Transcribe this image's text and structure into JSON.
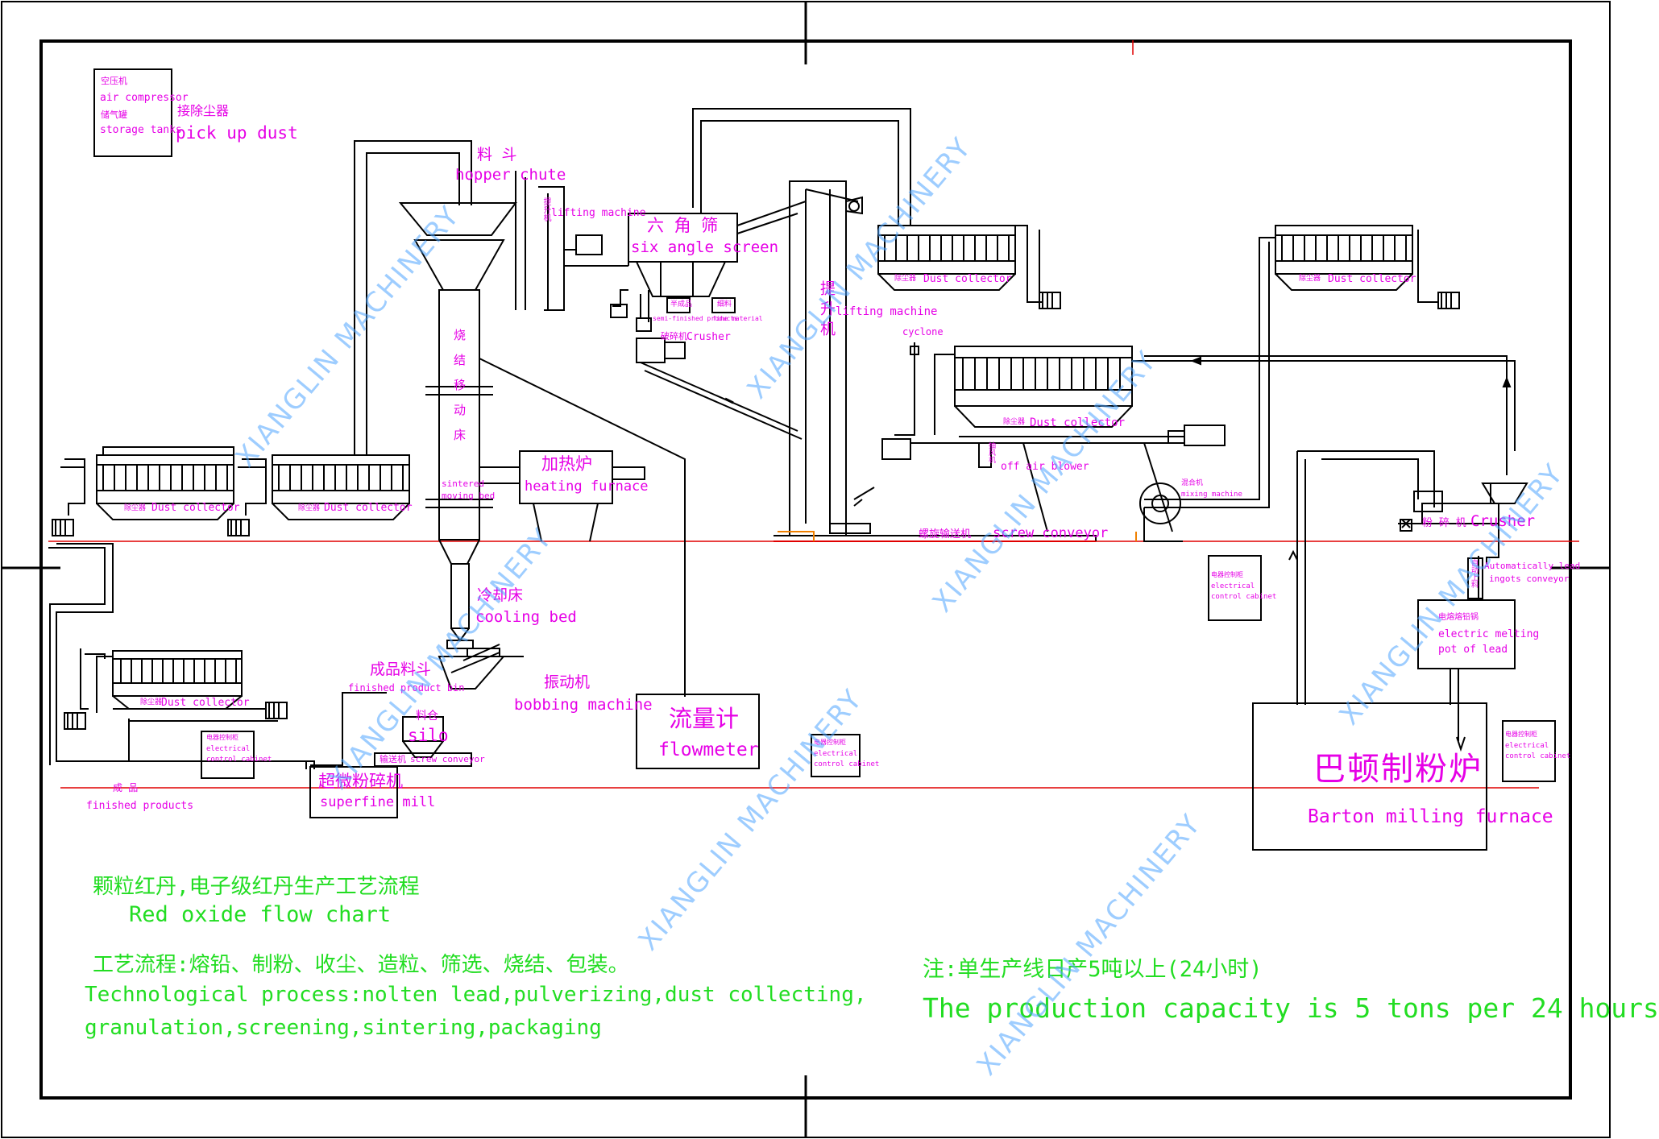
{
  "labels": {
    "air_compressor_cn": "空压机",
    "air_compressor_en": "air compressor",
    "storage_tanks_cn": "储气罐",
    "storage_tanks_en": "storage tanks",
    "pickup_dust_cn": "接除尘器",
    "pickup_dust_en": "pick up dust",
    "hopper_cn": "料 斗",
    "hopper_en": "hopper chute",
    "lifting_small_cn": "提升机",
    "lifting_small_en": "lifting machine",
    "six_screen_cn": "六 角 筛",
    "six_screen_en": "six angle screen",
    "semi_finished_cn": "半成品",
    "semi_finished_en": "semi-finished products",
    "fine_material_cn": "细料",
    "fine_material_en": "fine material",
    "crusher_small_cn": "破碎机",
    "crusher_small_en": "Crusher",
    "lifting_big_cn": "提升机",
    "lifting_big_en": "lifting machine",
    "dust_cn": "除尘器",
    "dust_en": "Dust collector",
    "cyclone_en": "cyclone",
    "blower_cn": "抽风机",
    "blower_en": "off air blower",
    "mixing_cn": "混合机",
    "mixing_en": "mixing machine",
    "screw_conv_cn": "螺旋输送机",
    "screw_conv_en": "screw conveyor",
    "crusher_right_cn": "粉 碎 机",
    "crusher_right_en": "Crusher",
    "auto_conv_cn": "自动上料",
    "auto_conv_en1": "Automatically lead",
    "auto_conv_en2": "ingots conveyor",
    "melting_cn": "电熔熔铅锅",
    "melting_en1": "electric melting",
    "melting_en2": "pot of lead",
    "cabinet_cn": "电器控制柜",
    "cabinet_en1": "electrical",
    "cabinet_en2": "control cabinet",
    "barton_cn": "巴顿制粉炉",
    "barton_en": "Barton milling furnace",
    "sinter_cn": "烧结移动床",
    "sinter_en1": "sintered",
    "sinter_en2": "moving bed",
    "heating_cn": "加热炉",
    "heating_en": "heating furnace",
    "cooling_cn": "冷却床",
    "cooling_en": "cooling bed",
    "fp_bin_cn": "成品料斗",
    "fp_bin_en": "finished product bin",
    "silo_cn": "料仓",
    "silo_en": "silo",
    "screw_small_cn": "输送机",
    "screw_small_en": "screw conveyor",
    "vibrating_cn": "振动机",
    "vibrating_en": "bobbing machine",
    "flowmeter_cn": "流量计",
    "flowmeter_en": "flowmeter",
    "superfine_cn": "超微粉碎机",
    "superfine_en": "superfine mill",
    "finished_cn": "成 品",
    "finished_en": "finished products"
  },
  "notes": {
    "title_cn": "颗粒红丹,电子级红丹生产工艺流程",
    "title_en": "Red oxide flow chart",
    "process_cn": "工艺流程:熔铅、制粉、收尘、造粒、筛选、烧结、包装。",
    "process_en1": "Technological process:nolten lead,pulverizing,dust collecting,",
    "process_en2": "granulation,screening,sintering,packaging",
    "capacity_cn": "注:单生产线日产5吨以上(24小时)",
    "capacity_en": "The production capacity is 5 tons per 24 hours"
  },
  "watermark": "XIANGLIN MACHINERY",
  "colors": {
    "label": "#e600e6",
    "note": "#22dd22",
    "watermark": "#4fa6ff",
    "red_line": "#e00000",
    "line": "#000000"
  }
}
